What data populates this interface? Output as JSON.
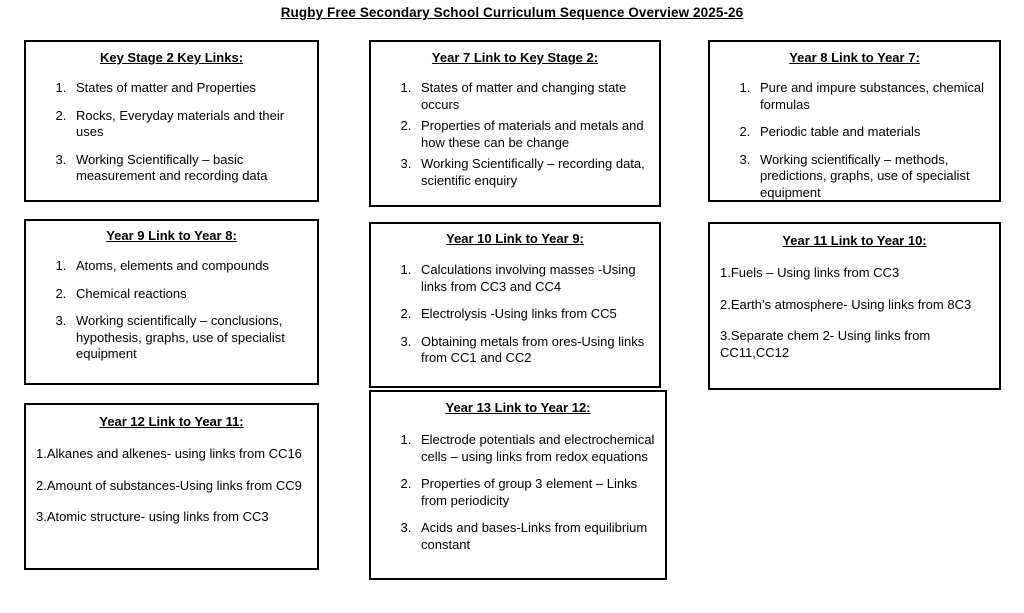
{
  "document": {
    "title": "Rugby Free Secondary School Curriculum Sequence Overview 2025-26"
  },
  "boxes": {
    "ks2": {
      "title": "Key Stage 2 Key Links:",
      "items": [
        "States of matter and Properties",
        "Rocks, Everyday materials and their uses",
        "Working Scientifically – basic measurement and recording data"
      ]
    },
    "year7": {
      "title": "Year 7 Link to Key Stage 2:",
      "items": [
        "States of matter and changing state occurs",
        "Properties of materials and metals and how these can be change",
        "Working Scientifically – recording data, scientific enquiry"
      ]
    },
    "year8": {
      "title": "Year 8 Link to Year 7:",
      "items": [
        "Pure and impure substances, chemical formulas",
        "Periodic table and materials",
        "Working scientifically – methods, predictions, graphs, use of specialist equipment"
      ]
    },
    "year9": {
      "title": "Year 9 Link to Year 8:",
      "items": [
        "Atoms, elements and compounds",
        "Chemical reactions",
        "Working scientifically – conclusions, hypothesis, graphs, use of specialist equipment"
      ]
    },
    "year10": {
      "title": "Year 10 Link to Year 9:",
      "items": [
        "Calculations involving masses -Using links from CC3 and CC4",
        "Electrolysis -Using links from CC5",
        "Obtaining metals from ores-Using links from CC1 and CC2"
      ]
    },
    "year11": {
      "title": "Year 11 Link to Year 10:",
      "items": [
        "1.Fuels – Using links from CC3",
        "2.Earth’s atmosphere- Using links from 8C3",
        "3.Separate chem 2- Using links from CC11,CC12"
      ]
    },
    "year12": {
      "title": "Year 12 Link to Year 11:",
      "items": [
        "1.Alkanes and alkenes- using links from CC16",
        "2.Amount of substances-Using links from CC9",
        "3.Atomic structure- using links from CC3"
      ]
    },
    "year13": {
      "title": "Year 13 Link to Year 12:",
      "items": [
        "Electrode potentials and electrochemical cells – using links from redox equations",
        "Properties of group 3 element – Links from periodicity",
        "Acids and bases-Links from equilibrium constant"
      ]
    }
  }
}
